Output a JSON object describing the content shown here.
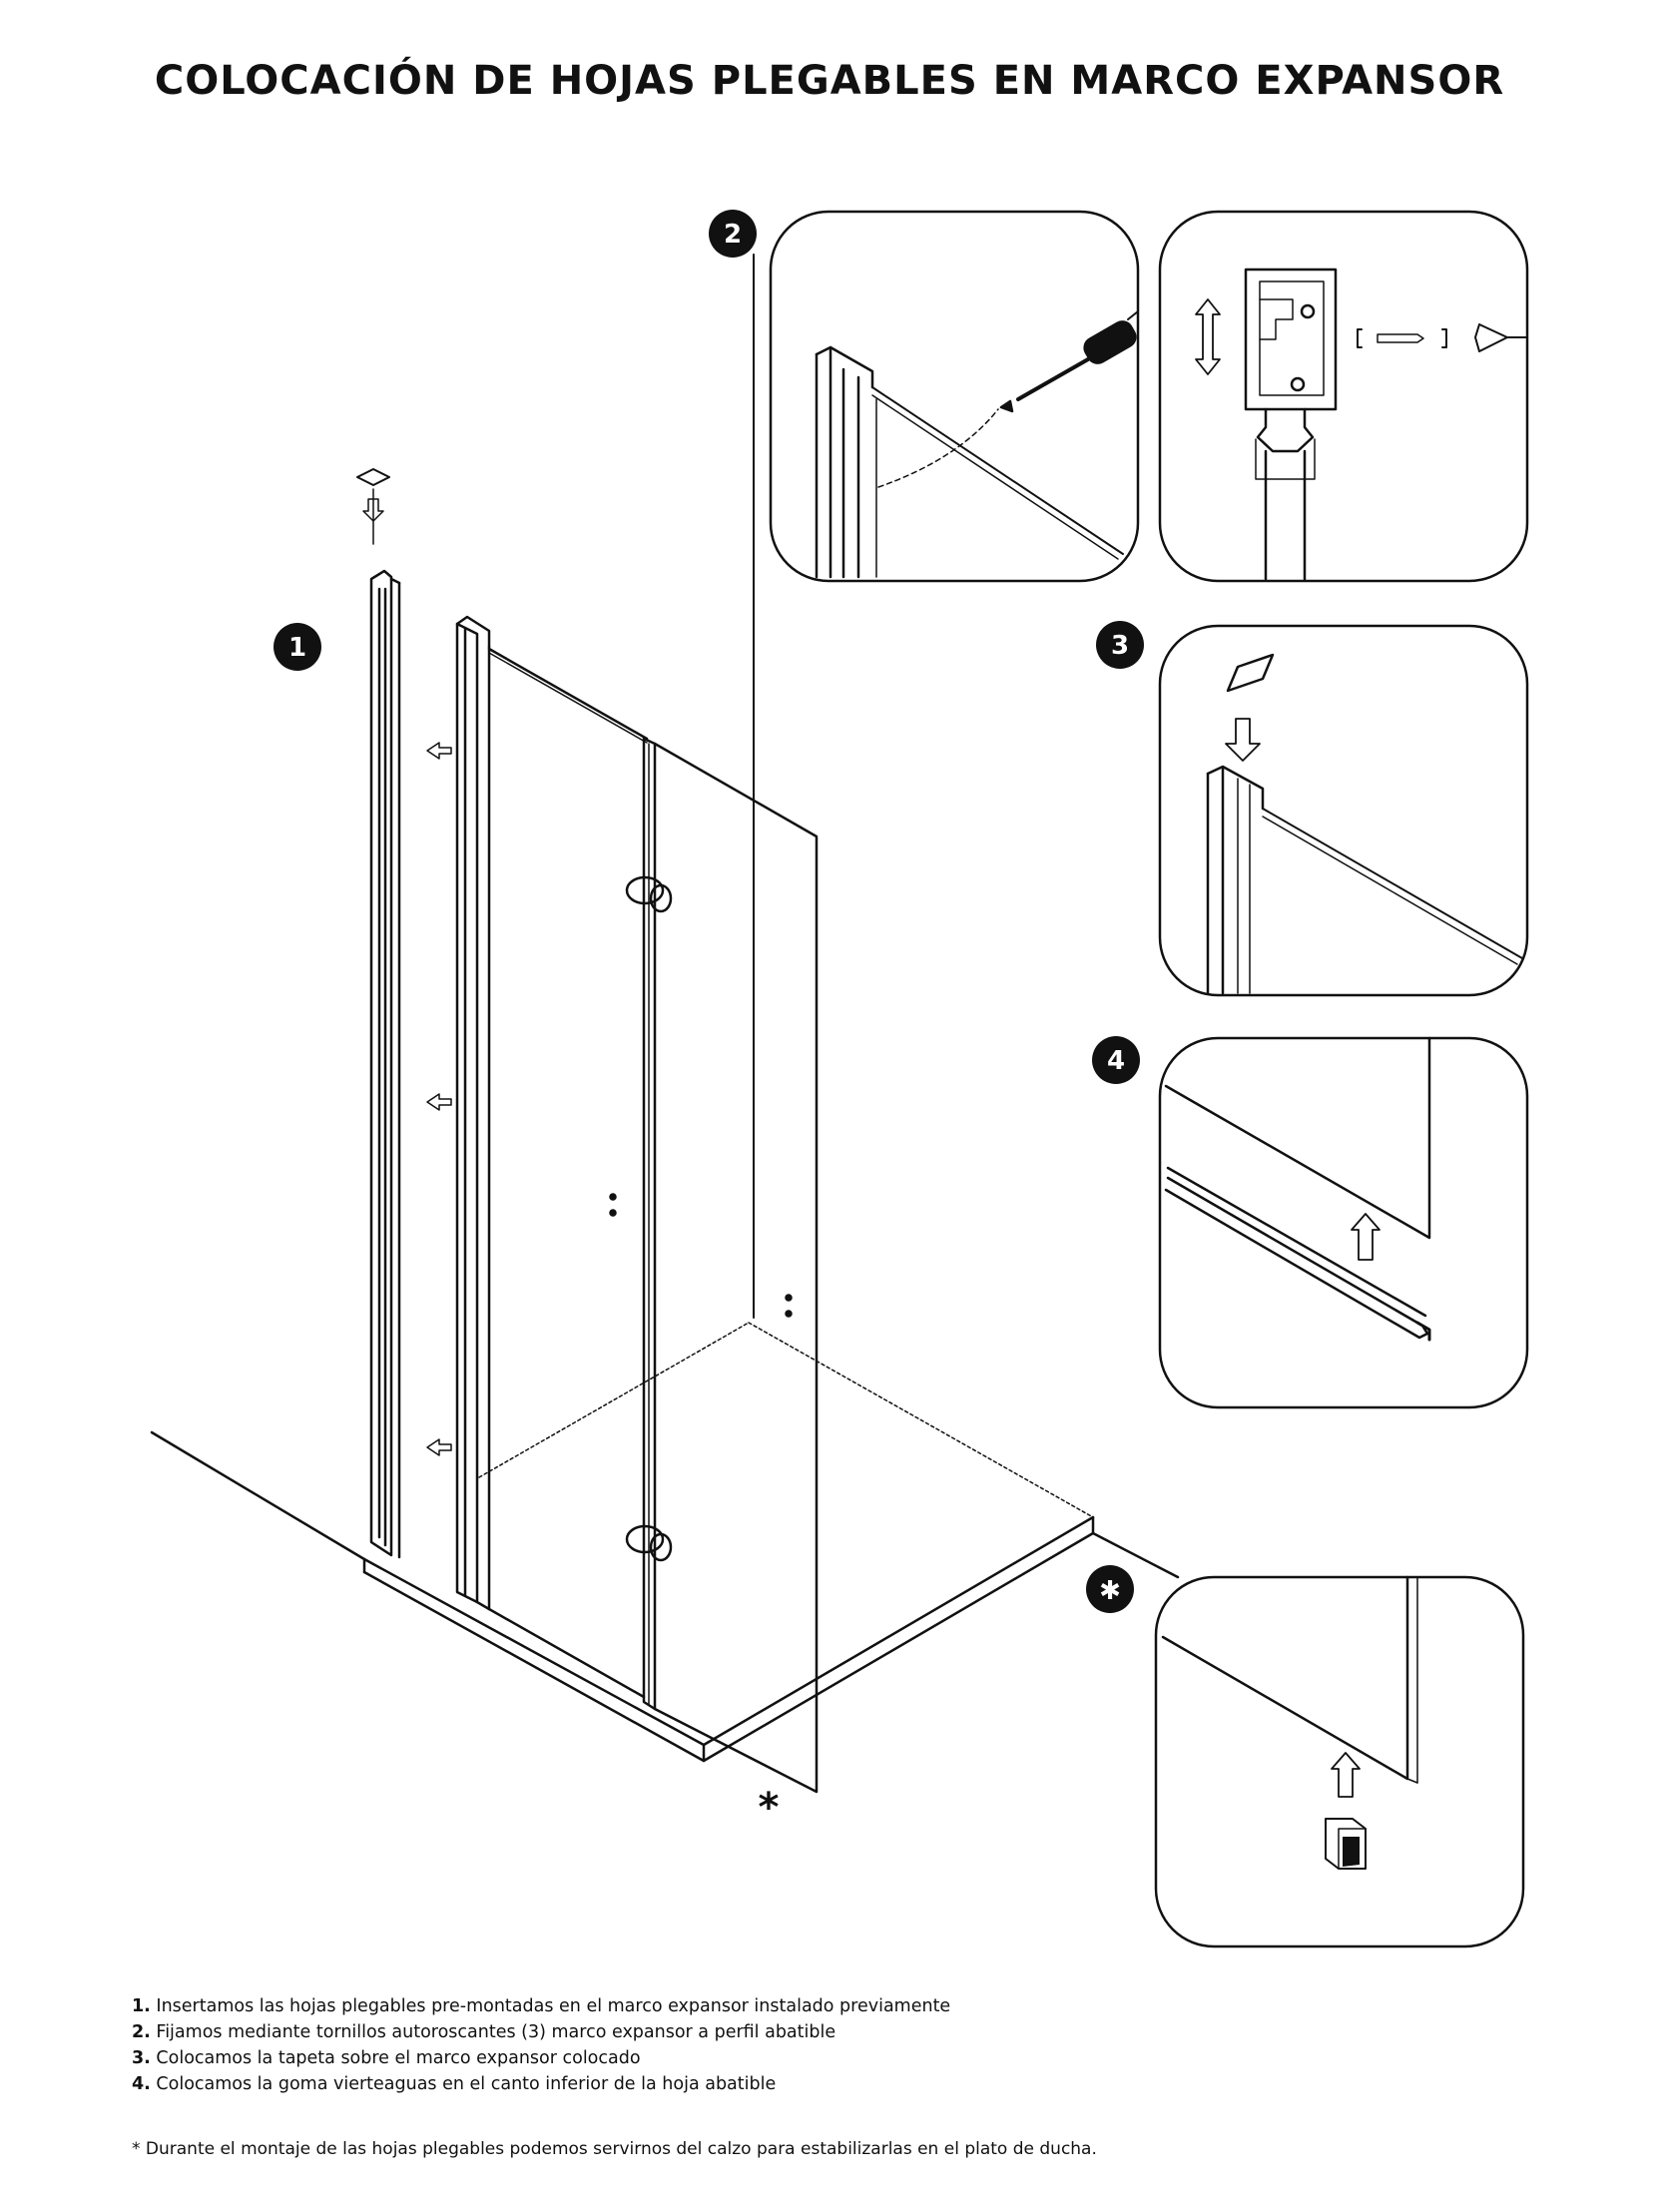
{
  "title": "COLOCACIÓN DE HOJAS PLEGABLES EN MARCO EXPANSOR",
  "badges": {
    "step1": "1",
    "step2": "2",
    "step3": "3",
    "step4": "4",
    "asterisk": "✱"
  },
  "asterisk_mark": "*",
  "instructions": [
    {
      "num": "1.",
      "text": "Insertamos las hojas plegables pre-montadas en el marco expansor instalado previamente"
    },
    {
      "num": "2.",
      "text": "Fijamos mediante tornillos autoroscantes (3) marco expansor a perfil abatible"
    },
    {
      "num": "3.",
      "text": "Colocamos la tapeta sobre el marco expansor colocado"
    },
    {
      "num": "4.",
      "text": "Colocamos la goma vierteaguas en el canto inferior de la hoja abatible"
    }
  ],
  "footnote": "* Durante el montaje de las hojas plegables podemos servirnos del calzo para estabilizarlas en el plato de ducha.",
  "icons": [
    "screwdriver-icon",
    "screw-icon",
    "arrow-up-icon",
    "arrow-down-icon",
    "double-arrow-icon",
    "cap-icon",
    "wedge-icon"
  ],
  "colors": {
    "ink": "#111111",
    "background": "#ffffff"
  }
}
